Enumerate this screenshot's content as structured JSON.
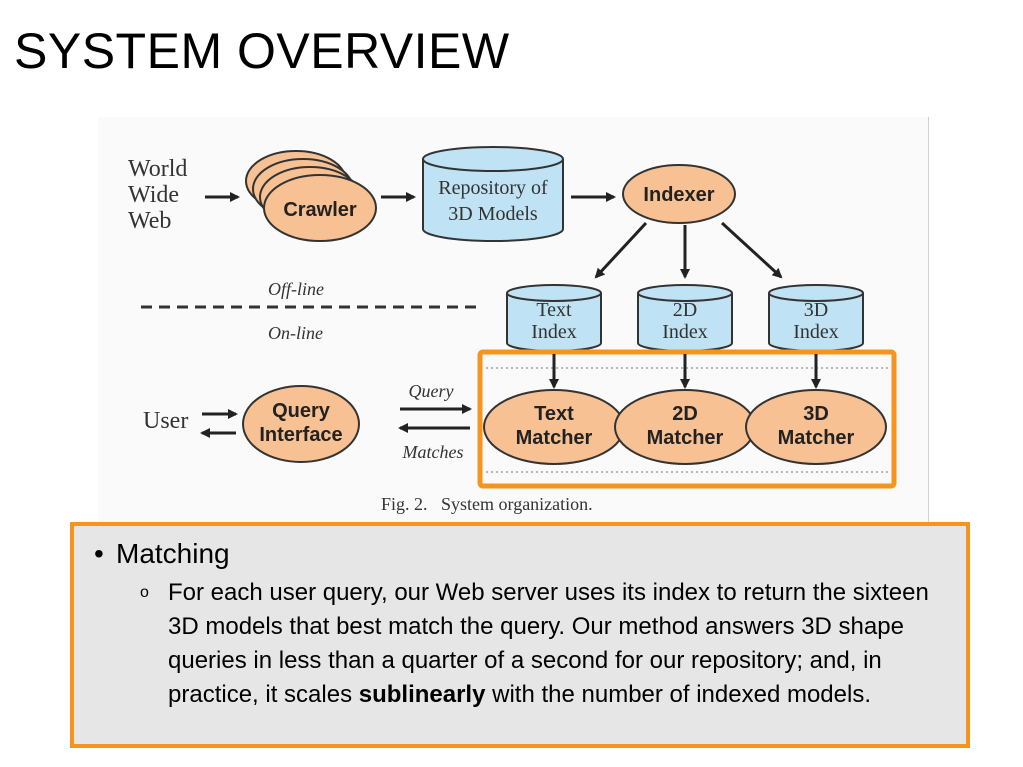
{
  "slide": {
    "title": "SYSTEM OVERVIEW"
  },
  "diagram": {
    "source_lines": [
      "World",
      "Wide",
      "Web"
    ],
    "crawler": "Crawler",
    "repository": [
      "Repository of",
      "3D Models"
    ],
    "indexer": "Indexer",
    "offline_label": "Off-line",
    "online_label": "On-line",
    "indices": [
      {
        "lines": [
          "Text",
          "Index"
        ]
      },
      {
        "lines": [
          "2D",
          "Index"
        ]
      },
      {
        "lines": [
          "3D",
          "Index"
        ]
      }
    ],
    "matchers": [
      {
        "lines": [
          "Text",
          "Matcher"
        ]
      },
      {
        "lines": [
          "2D",
          "Matcher"
        ]
      },
      {
        "lines": [
          "3D",
          "Matcher"
        ]
      }
    ],
    "user": "User",
    "query_interface": [
      "Query",
      "Interface"
    ],
    "query_label": "Query",
    "matches_label": "Matches",
    "caption": "Fig. 2.   System organization.",
    "colors": {
      "node_fill": "#f7c193",
      "cylinder_fill": "#bfe2f4",
      "highlight": "#f7941d"
    }
  },
  "notes": {
    "bullet": "Matching",
    "sub_bullet_marker": "o",
    "paragraph_before_bold": "For each user query, our Web server uses its index to return the sixteen 3D models that best match the query. Our method answers 3D shape queries in less than a quarter of a second for our repository; and, in practice, it scales ",
    "paragraph_bold": "sublinearly",
    "paragraph_after_bold": " with the number of indexed models."
  }
}
